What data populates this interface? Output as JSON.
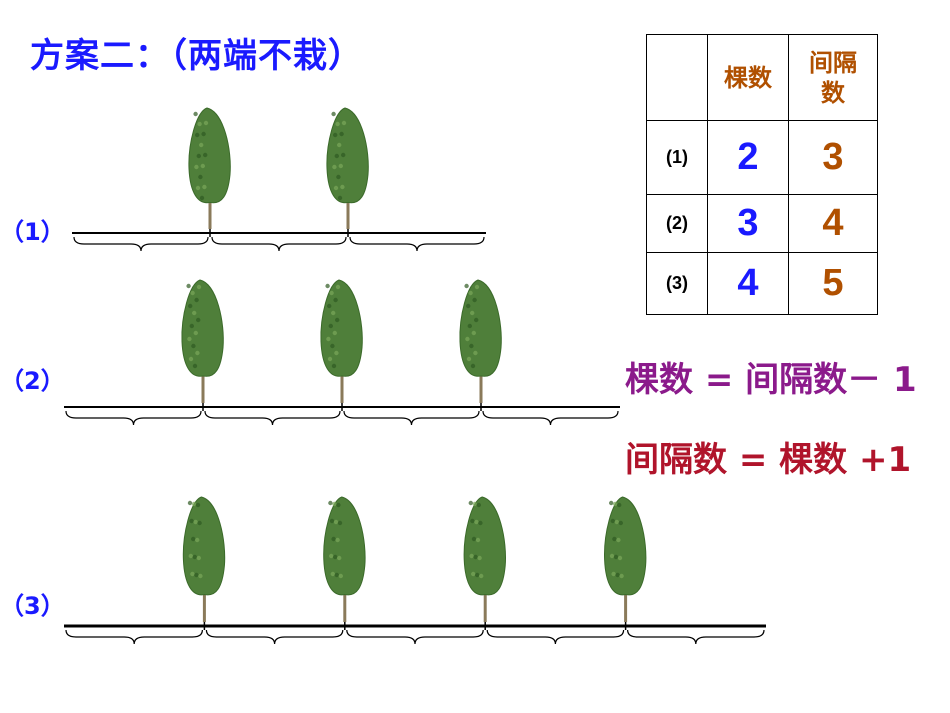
{
  "title": "方案二：（两端不栽）",
  "rows": [
    {
      "label": "（1）",
      "trees": 2,
      "intervals": 3
    },
    {
      "label": "（2）",
      "trees": 3,
      "intervals": 4
    },
    {
      "label": "（3）",
      "trees": 4,
      "intervals": 5
    }
  ],
  "table": {
    "header_trees": "棵数",
    "header_intervals_line1": "间隔",
    "header_intervals_line2": "数",
    "rows": [
      {
        "label": "(1)",
        "trees": "2",
        "intervals": "3"
      },
      {
        "label": "(2)",
        "trees": "3",
        "intervals": "4"
      },
      {
        "label": "(3)",
        "trees": "4",
        "intervals": "5"
      }
    ]
  },
  "formula1": "棵数 = 间隔数－ 1",
  "formula2": "间隔数 = 棵数 +1",
  "colors": {
    "title": "#1a1aff",
    "tree_value": "#1a1aff",
    "interval_value": "#b05000",
    "formula1": "#8b1a8b",
    "formula2": "#b0142b",
    "foliage": "#4f7f3a",
    "trunk": "#8a7a5a"
  },
  "icons": {
    "tree": "tree-icon",
    "brace": "curly-brace"
  }
}
